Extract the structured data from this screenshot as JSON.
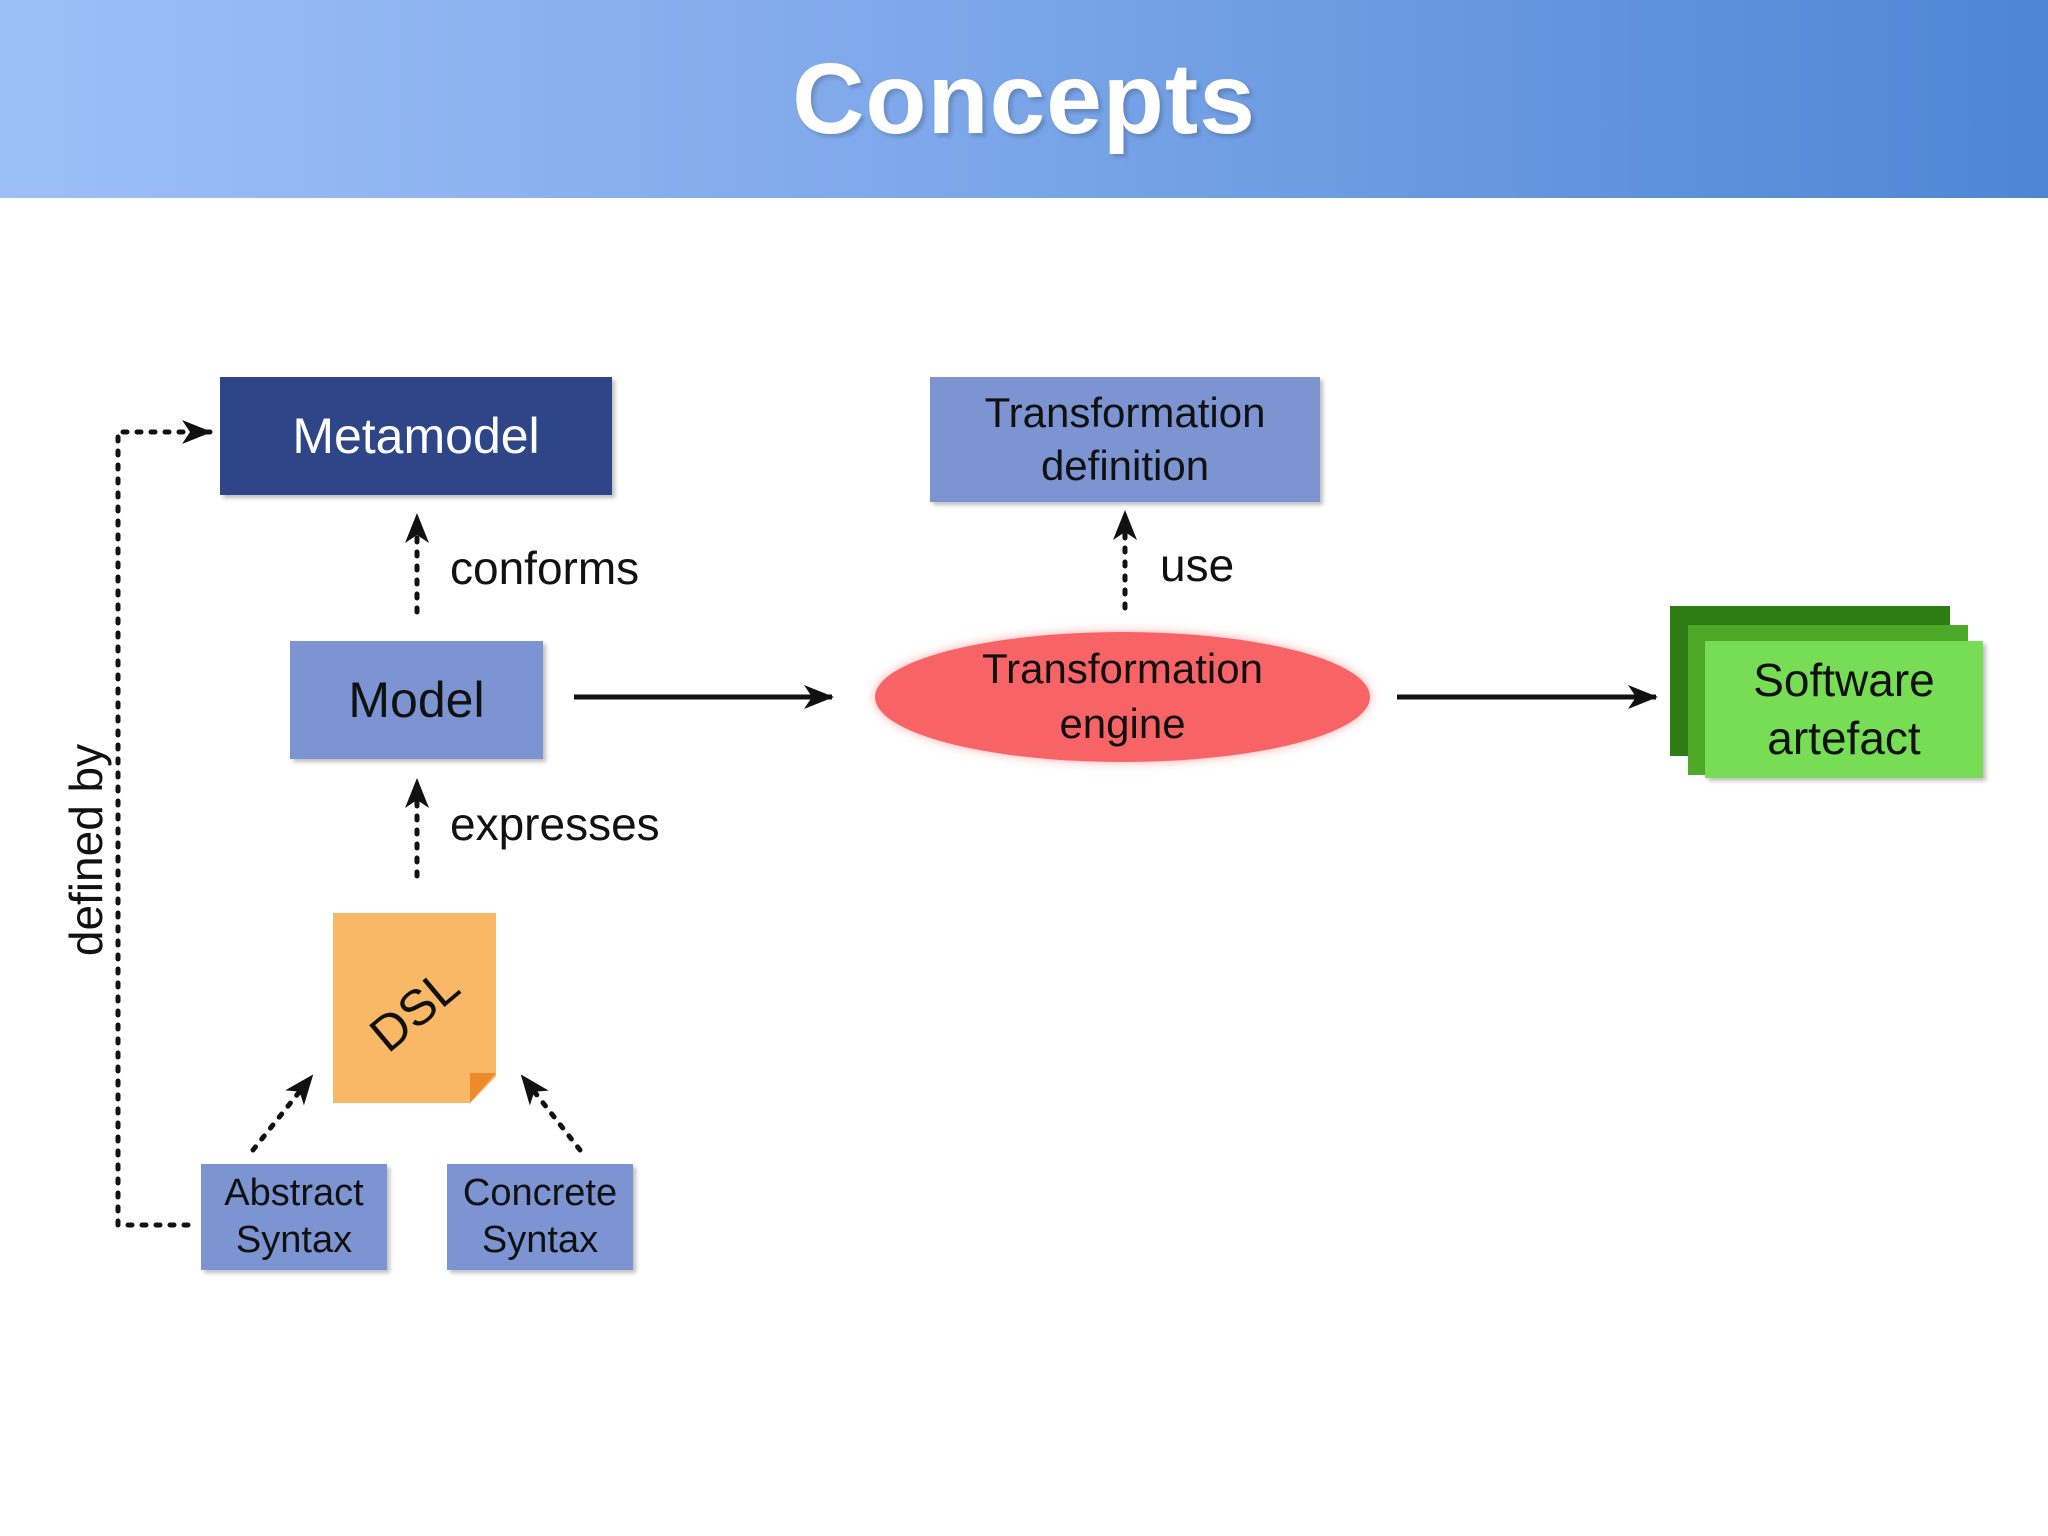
{
  "slide": {
    "title": "Concepts"
  },
  "nodes": {
    "metamodel": "Metamodel",
    "model": "Model",
    "transformation_definition": [
      "Transformation",
      "definition"
    ],
    "transformation_engine": [
      "Transformation",
      "engine"
    ],
    "software_artefact": [
      "Software",
      "artefact"
    ],
    "dsl": "DSL",
    "abstract_syntax": [
      "Abstract",
      "Syntax"
    ],
    "concrete_syntax": [
      "Concrete",
      "Syntax"
    ]
  },
  "edges": {
    "conforms": "conforms",
    "use": "use",
    "expresses": "expresses",
    "defined_by": "defined by"
  },
  "colors": {
    "header_start": "#9dbff7",
    "header_end": "#4e86d4",
    "metamodel": "#2e4687",
    "box_blue": "#7c94d1",
    "engine": "#f86466",
    "dsl": "#f8b866",
    "artefact": "#77dd55"
  }
}
